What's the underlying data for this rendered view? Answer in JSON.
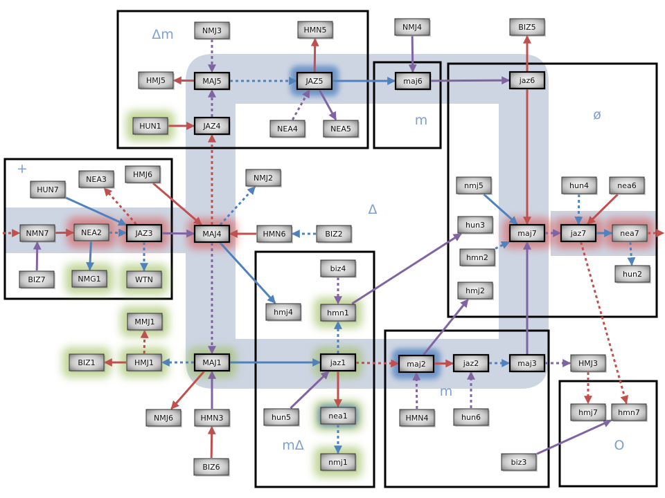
{
  "diagram": {
    "regions": [
      {
        "id": "dm",
        "label": "Δm"
      },
      {
        "id": "m_top",
        "label": "m"
      },
      {
        "id": "slash",
        "label": "ø"
      },
      {
        "id": "plus",
        "label": "+"
      },
      {
        "id": "delta",
        "label": "Δ"
      },
      {
        "id": "mdelta",
        "label": "mΔ"
      },
      {
        "id": "m_bottom",
        "label": "m"
      },
      {
        "id": "o",
        "label": "O"
      }
    ],
    "nodes": [
      {
        "id": "NMJ3",
        "label": "NMJ3",
        "style": "plain"
      },
      {
        "id": "HMN5",
        "label": "HMN5",
        "style": "plain"
      },
      {
        "id": "NMJ4",
        "label": "NMJ4",
        "style": "plain"
      },
      {
        "id": "BIZ5",
        "label": "BIZ5",
        "style": "plain"
      },
      {
        "id": "HMJ5",
        "label": "HMJ5",
        "style": "plain"
      },
      {
        "id": "MAJ5",
        "label": "MAJ5",
        "style": "bold"
      },
      {
        "id": "JAZ5",
        "label": "JAZ5",
        "style": "bold",
        "glow": "blue"
      },
      {
        "id": "maj6",
        "label": "maj6",
        "style": "bold"
      },
      {
        "id": "jaz6",
        "label": "jaz6",
        "style": "bold"
      },
      {
        "id": "HUN1",
        "label": "HUN1",
        "style": "plain",
        "glow": "green"
      },
      {
        "id": "JAZ4",
        "label": "JAZ4",
        "style": "bold"
      },
      {
        "id": "NEA4",
        "label": "NEA4",
        "style": "plain"
      },
      {
        "id": "NEA5",
        "label": "NEA5",
        "style": "plain"
      },
      {
        "id": "NEA3",
        "label": "NEA3",
        "style": "plain"
      },
      {
        "id": "HMJ6",
        "label": "HMJ6",
        "style": "plain"
      },
      {
        "id": "HUN7",
        "label": "HUN7",
        "style": "plain"
      },
      {
        "id": "NMJ2",
        "label": "NMJ2",
        "style": "plain"
      },
      {
        "id": "NMN7",
        "label": "NMN7",
        "style": "plain"
      },
      {
        "id": "NEA2",
        "label": "NEA2",
        "style": "plain",
        "glow": "red"
      },
      {
        "id": "JAZ3",
        "label": "JAZ3",
        "style": "bold",
        "glow": "red"
      },
      {
        "id": "MAJ4",
        "label": "MAJ4",
        "style": "bold",
        "glow": "red"
      },
      {
        "id": "HMN6",
        "label": "HMN6",
        "style": "plain"
      },
      {
        "id": "BIZ2",
        "label": "BIZ2",
        "style": "plain"
      },
      {
        "id": "BIZ7",
        "label": "BIZ7",
        "style": "plain"
      },
      {
        "id": "NMG1",
        "label": "NMG1",
        "style": "plain",
        "glow": "green"
      },
      {
        "id": "WTN",
        "label": "WTN",
        "style": "plain",
        "glow": "green"
      },
      {
        "id": "nmj5",
        "label": "nmj5",
        "style": "plain"
      },
      {
        "id": "hun3",
        "label": "hun3",
        "style": "plain"
      },
      {
        "id": "hmn2",
        "label": "hmn2",
        "style": "plain"
      },
      {
        "id": "maj7",
        "label": "maj7",
        "style": "bold",
        "glow": "red"
      },
      {
        "id": "hun4",
        "label": "hun4",
        "style": "plain"
      },
      {
        "id": "nea6",
        "label": "nea6",
        "style": "plain"
      },
      {
        "id": "jaz7",
        "label": "jaz7",
        "style": "bold",
        "glow": "red"
      },
      {
        "id": "nea7",
        "label": "nea7",
        "style": "plain",
        "glow": "red"
      },
      {
        "id": "hun2",
        "label": "hun2",
        "style": "plain"
      },
      {
        "id": "biz4",
        "label": "biz4",
        "style": "plain"
      },
      {
        "id": "hmj4",
        "label": "hmj4",
        "style": "plain"
      },
      {
        "id": "hmn1",
        "label": "hmn1",
        "style": "plain",
        "glow": "green"
      },
      {
        "id": "hmj2",
        "label": "hmj2",
        "style": "plain"
      },
      {
        "id": "MMJ1",
        "label": "MMJ1",
        "style": "plain",
        "glow": "green"
      },
      {
        "id": "BIZ1",
        "label": "BIZ1",
        "style": "plain",
        "glow": "green"
      },
      {
        "id": "HMJ1",
        "label": "HMJ1",
        "style": "plain",
        "glow": "green"
      },
      {
        "id": "MAJ1",
        "label": "MAJ1",
        "style": "bold",
        "glow": "green"
      },
      {
        "id": "jaz1",
        "label": "jaz1",
        "style": "bold",
        "glow": "green"
      },
      {
        "id": "maj2",
        "label": "maj2",
        "style": "bold",
        "glow": "blue"
      },
      {
        "id": "jaz2",
        "label": "jaz2",
        "style": "bold"
      },
      {
        "id": "maj3",
        "label": "maj3",
        "style": "bold"
      },
      {
        "id": "HMJ3",
        "label": "HMJ3",
        "style": "plain"
      },
      {
        "id": "NMJ6",
        "label": "NMJ6",
        "style": "plain"
      },
      {
        "id": "HMN3",
        "label": "HMN3",
        "style": "plain"
      },
      {
        "id": "hun5",
        "label": "hun5",
        "style": "plain"
      },
      {
        "id": "nea1",
        "label": "nea1",
        "style": "plain",
        "glow": "bluegreen"
      },
      {
        "id": "HMN4",
        "label": "HMN4",
        "style": "plain"
      },
      {
        "id": "hun6",
        "label": "hun6",
        "style": "plain"
      },
      {
        "id": "hmj7",
        "label": "hmj7",
        "style": "plain"
      },
      {
        "id": "hmn7",
        "label": "hmn7",
        "style": "plain"
      },
      {
        "id": "nmj1",
        "label": "nmj1",
        "style": "plain",
        "glow": "green"
      },
      {
        "id": "BIZ6",
        "label": "BIZ6",
        "style": "plain"
      },
      {
        "id": "biz3",
        "label": "biz3",
        "style": "plain"
      }
    ],
    "edges": [
      {
        "from": "NMJ3",
        "to": "MAJ5",
        "color": "purple",
        "dashed": true
      },
      {
        "from": "MAJ5",
        "to": "HMJ5",
        "color": "red",
        "dashed": false
      },
      {
        "from": "JAZ4",
        "to": "MAJ5",
        "color": "purple",
        "dashed": true
      },
      {
        "from": "MAJ5",
        "to": "JAZ5",
        "color": "blue",
        "dashed": true
      },
      {
        "from": "JAZ5",
        "to": "HMN5",
        "color": "red",
        "dashed": false
      },
      {
        "from": "NEA4",
        "to": "JAZ5",
        "color": "purple",
        "dashed": true
      },
      {
        "from": "JAZ5",
        "to": "NEA5",
        "color": "purple",
        "dashed": false
      },
      {
        "from": "JAZ5",
        "to": "maj6",
        "color": "blue",
        "dashed": false
      },
      {
        "from": "NMJ4",
        "to": "maj6",
        "color": "purple",
        "dashed": false
      },
      {
        "from": "maj6",
        "to": "jaz6",
        "color": "purple",
        "dashed": false
      },
      {
        "from": "jaz6",
        "to": "BIZ5",
        "color": "red",
        "dashed": false
      },
      {
        "from": "jaz6",
        "to": "maj7",
        "color": "red",
        "dashed": false
      },
      {
        "from": "HUN1",
        "to": "JAZ4",
        "color": "red",
        "dashed": false
      },
      {
        "from": "MAJ4",
        "to": "JAZ4",
        "color": "red",
        "dashed": true
      },
      {
        "from": "ENTRY",
        "to": "NMN7",
        "color": "red",
        "dashed": true
      },
      {
        "from": "NMN7",
        "to": "NEA2",
        "color": "red",
        "dashed": false
      },
      {
        "from": "NEA2",
        "to": "JAZ3",
        "color": "blue",
        "dashed": true
      },
      {
        "from": "JAZ3",
        "to": "NEA3",
        "color": "red",
        "dashed": true
      },
      {
        "from": "HUN7",
        "to": "JAZ3",
        "color": "blue",
        "dashed": false
      },
      {
        "from": "BIZ7",
        "to": "NMN7",
        "color": "purple",
        "dashed": false
      },
      {
        "from": "NEA2",
        "to": "NMG1",
        "color": "blue",
        "dashed": false
      },
      {
        "from": "JAZ3",
        "to": "WTN",
        "color": "blue",
        "dashed": true
      },
      {
        "from": "JAZ3",
        "to": "MAJ4",
        "color": "purple",
        "dashed": false
      },
      {
        "from": "HMJ6",
        "to": "MAJ4",
        "color": "red",
        "dashed": false
      },
      {
        "from": "MAJ4",
        "to": "NMJ2",
        "color": "blue",
        "dashed": true
      },
      {
        "from": "HMN6",
        "to": "MAJ4",
        "color": "red",
        "dashed": false
      },
      {
        "from": "BIZ2",
        "to": "HMN6",
        "color": "blue",
        "dashed": true
      },
      {
        "from": "MAJ4",
        "to": "hmj4",
        "color": "blue",
        "dashed": false
      },
      {
        "from": "MAJ4",
        "to": "MAJ1",
        "color": "purple",
        "dashed": true
      },
      {
        "from": "biz4",
        "to": "hmn1",
        "color": "purple",
        "dashed": true
      },
      {
        "from": "jaz1",
        "to": "hmn1",
        "color": "blue",
        "dashed": true
      },
      {
        "from": "hmn1",
        "to": "hun3",
        "color": "purple",
        "dashed": false
      },
      {
        "from": "nmj5",
        "to": "maj7",
        "color": "blue",
        "dashed": false
      },
      {
        "from": "hmn2",
        "to": "maj7",
        "color": "blue",
        "dashed": true
      },
      {
        "from": "maj3",
        "to": "maj7",
        "color": "purple",
        "dashed": false
      },
      {
        "from": "maj7",
        "to": "jaz7",
        "color": "purple",
        "dashed": true
      },
      {
        "from": "hun4",
        "to": "jaz7",
        "color": "blue",
        "dashed": true
      },
      {
        "from": "nea6",
        "to": "jaz7",
        "color": "red",
        "dashed": false
      },
      {
        "from": "jaz7",
        "to": "nea7",
        "color": "blue",
        "dashed": false
      },
      {
        "from": "nea7",
        "to": "EXIT",
        "color": "red",
        "dashed": true
      },
      {
        "from": "nea7",
        "to": "hun2",
        "color": "blue",
        "dashed": true
      },
      {
        "from": "jaz7",
        "to": "hmn7",
        "color": "red",
        "dashed": true
      },
      {
        "from": "HMJ1",
        "to": "MMJ1",
        "color": "red",
        "dashed": true
      },
      {
        "from": "HMJ1",
        "to": "BIZ1",
        "color": "red",
        "dashed": false
      },
      {
        "from": "MAJ1",
        "to": "HMJ1",
        "color": "blue",
        "dashed": true
      },
      {
        "from": "MAJ1",
        "to": "NMJ6",
        "color": "red",
        "dashed": false
      },
      {
        "from": "HMN3",
        "to": "MAJ1",
        "color": "purple",
        "dashed": false
      },
      {
        "from": "BIZ6",
        "to": "HMN3",
        "color": "red",
        "dashed": false
      },
      {
        "from": "MAJ1",
        "to": "jaz1",
        "color": "blue",
        "dashed": false
      },
      {
        "from": "hun5",
        "to": "jaz1",
        "color": "purple",
        "dashed": false
      },
      {
        "from": "jaz1",
        "to": "nea1",
        "color": "red",
        "dashed": false
      },
      {
        "from": "nea1",
        "to": "nmj1",
        "color": "blue",
        "dashed": true
      },
      {
        "from": "jaz1",
        "to": "maj2",
        "color": "red",
        "dashed": true
      },
      {
        "from": "maj2",
        "to": "hmj2",
        "color": "purple",
        "dashed": false
      },
      {
        "from": "HMN4",
        "to": "maj2",
        "color": "purple",
        "dashed": true
      },
      {
        "from": "maj2",
        "to": "jaz2",
        "color": "red",
        "dashed": false
      },
      {
        "from": "hun6",
        "to": "jaz2",
        "color": "purple",
        "dashed": true
      },
      {
        "from": "jaz2",
        "to": "maj3",
        "color": "blue",
        "dashed": true
      },
      {
        "from": "maj3",
        "to": "HMJ3",
        "color": "purple",
        "dashed": true
      },
      {
        "from": "HMJ3",
        "to": "hmj7",
        "color": "red",
        "dashed": true
      },
      {
        "from": "biz3",
        "to": "hmn7",
        "color": "purple",
        "dashed": false
      }
    ],
    "colors": {
      "red": "#c0504d",
      "blue": "#4f81bd",
      "purple": "#8064a2",
      "band": "#cdd5e3",
      "region_label": "#7c9fd4",
      "glow_red": "#d9534f",
      "glow_green": "#9bbb59",
      "glow_blue": "#4f81bd"
    }
  }
}
